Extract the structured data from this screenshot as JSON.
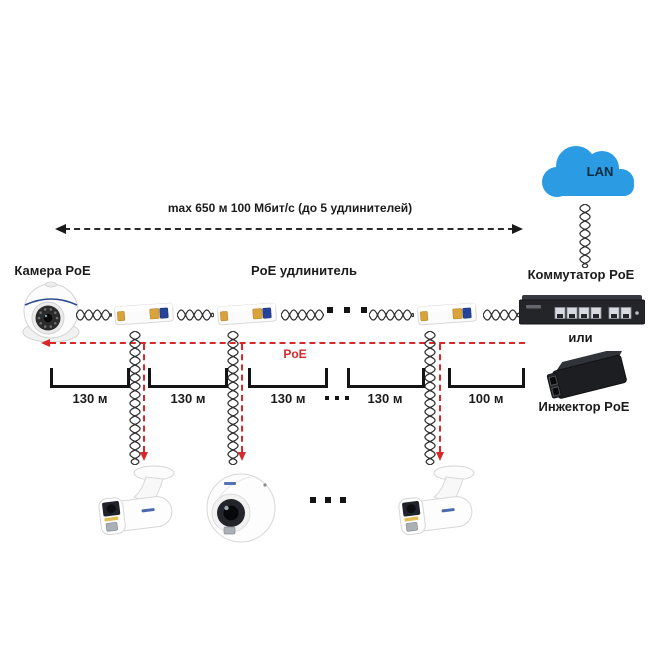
{
  "meta": {
    "type": "poe-extender-network-diagram",
    "language": "ru"
  },
  "colors": {
    "cloud_blue": "#2b9be3",
    "poe_red": "#d7282a",
    "cable_black": "#2e2e2e",
    "text_black": "#1b1b1b"
  },
  "annotations": {
    "max_run": "max 650 м 100 Мбит/с (до 5 удлинителей)",
    "poe_power": "PoE"
  },
  "devices": {
    "camera": {
      "label": "Камера PoE",
      "icon": "dome-camera"
    },
    "extender": {
      "label": "PoE удлинитель",
      "icon": "poe-extender"
    },
    "lan_cloud": {
      "label": "LAN",
      "icon": "cloud"
    },
    "switch": {
      "label": "Коммутатор PoE",
      "icon": "poe-switch"
    },
    "or_divider": {
      "label": "или"
    },
    "injector": {
      "label": "Инжектор PoE",
      "icon": "poe-injector"
    }
  },
  "distance_segments": [
    {
      "label": "130 м"
    },
    {
      "label": "130 м"
    },
    {
      "label": "130 м"
    },
    {
      "label": "130 м"
    },
    {
      "label": "100 м"
    }
  ],
  "ellipses": {
    "cable_chain": "▪ ▪ ▪",
    "segment_labels": "▪ ▪ ▪",
    "bottom_cameras": "▪ ▪ ▪"
  }
}
